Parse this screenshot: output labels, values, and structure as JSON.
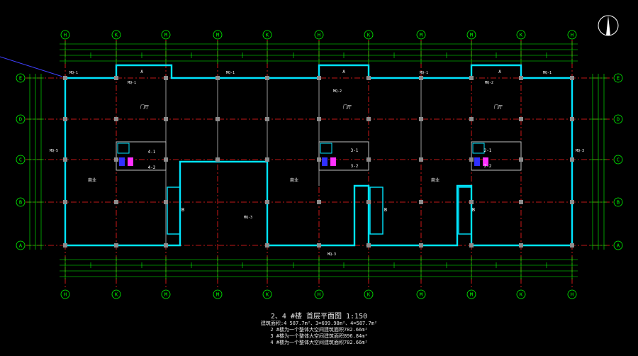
{
  "drawing": {
    "title": "2、4 #楼 首层平面图",
    "scale": "1:150",
    "stats": [
      "建筑面积:4 587.7m²、3=699.98m²、4=587.7m²",
      "2 #楼为一个整体大空间建筑面积782.66m²",
      "3 #楼为一个整体大空间建筑面积896.84m²",
      "4 #楼为一个整体大空间建筑面积782.66m²"
    ]
  },
  "axes": {
    "columns": [
      "H",
      "K",
      "M",
      "M",
      "K",
      "H",
      "K",
      "M",
      "M",
      "K",
      "H"
    ],
    "rows": [
      "E",
      "D",
      "C",
      "B",
      "A"
    ]
  },
  "rooms": {
    "shop": "商业",
    "hall": "门厅",
    "stair_b": "B",
    "balcony_a": "A",
    "stair_labels": [
      "4-1",
      "4-2",
      "3-1",
      "3-2",
      "2-1",
      "2-2"
    ],
    "win_labels": [
      "MQ-1",
      "MQ-1",
      "MQ-1",
      "MQ-1",
      "MQ-1",
      "MQ-2",
      "MQ-2",
      "MQ-5",
      "MQ-3",
      "MQ-3",
      "MQ-3"
    ]
  },
  "colors": {
    "wall": "#00e5ff",
    "axis": "#ff2020",
    "dim": "#00ff00",
    "text": "#ffffff",
    "bg": "#000000"
  }
}
